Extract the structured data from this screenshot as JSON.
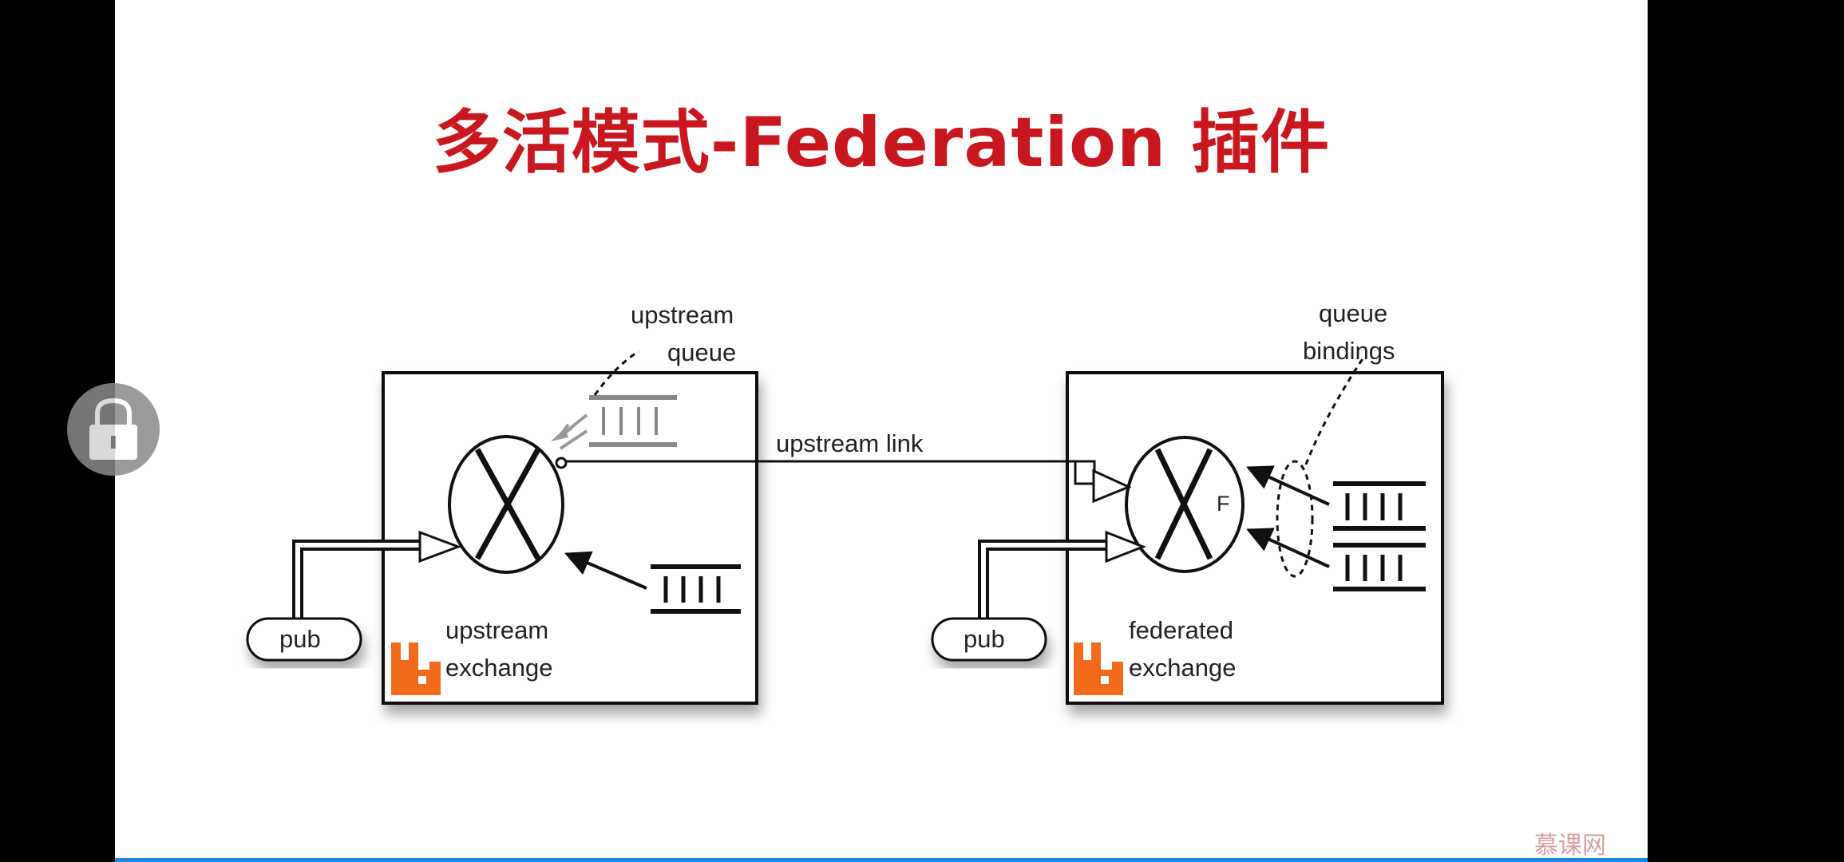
{
  "slide": {
    "title": "多活模式-Federation 插件",
    "watermark": "慕课网"
  },
  "diagram": {
    "upstream_queue_label_1": "upstream",
    "upstream_queue_label_2": "queue",
    "upstream_link_label": "upstream link",
    "queue_bindings_label_1": "queue",
    "queue_bindings_label_2": "bindings",
    "left_pub_label": "pub",
    "right_pub_label": "pub",
    "upstream_exchange_label_1": "upstream",
    "upstream_exchange_label_2": "exchange",
    "federated_exchange_label_1": "federated",
    "federated_exchange_label_2": "exchange",
    "federation_marker": "F"
  },
  "colors": {
    "title": "#c8171e",
    "rabbitmq_logo": "#f26b1d",
    "progress_bar": "#1e88e5"
  },
  "icons": {
    "lock": "lock-icon",
    "logo": "rabbitmq-logo-icon",
    "exchange": "exchange-x-icon"
  }
}
